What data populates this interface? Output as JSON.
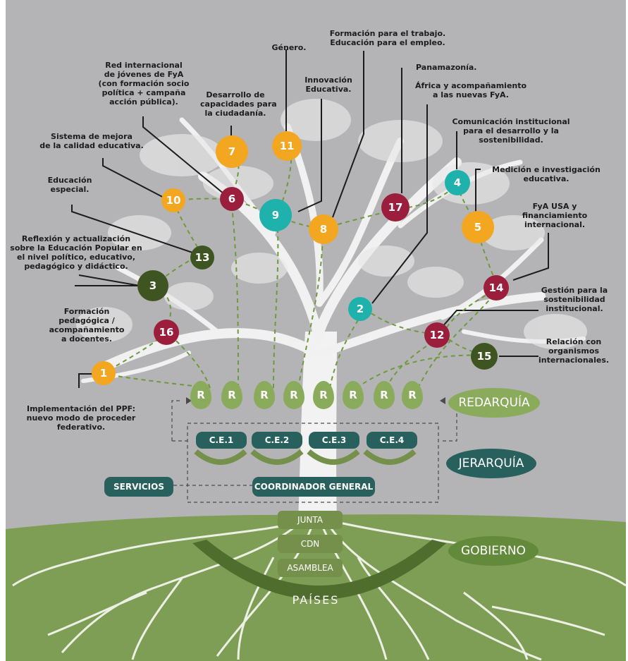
{
  "labels": {
    "l1": "Implementación del PPF:\nnuevo modo de proceder\nfederativo.",
    "l2": "África y acompañamiento\na las nuevas FyA.",
    "l3": "Reflexión y actualización\nsobre la Educación Popular en\nel nivel político, educativo,\npedagógico y didáctico.",
    "l4": "Comunicación institucional\npara el desarrollo y la\nsostenibilidad.",
    "l5": "FyA USA y\nfinanciamiento\ninternacional.",
    "l6": "Red internacional\nde jóvenes de FyA\n(con formación socio\npolítica + campaña\nacción pública).",
    "l7": "Desarrollo de\ncapacidades para\nla ciudadanía.",
    "l8": "Formación para el trabajo.\nEducación para el empleo.",
    "l9": "Innovación\nEducativa.",
    "l10": "Sistema de mejora\nde la calidad educativa.",
    "l11": "Género.",
    "l12": "Gestión para la\nsostenibilidad\ninstitucional.",
    "l13": "Educación\nespecial.",
    "l14": "Medición e investigación\neducativa.",
    "l15": "Relación con\norganismos\ninternacionales.",
    "l16": "Formación\npedagógica /\nacompañamiento\na docentes.",
    "l17": "Panamazonía."
  },
  "nodes": {
    "n1": "1",
    "n2": "2",
    "n3": "3",
    "n4": "4",
    "n5": "5",
    "n6": "6",
    "n7": "7",
    "n8": "8",
    "n9": "9",
    "n10": "10",
    "n11": "11",
    "n12": "12",
    "n13": "13",
    "n14": "14",
    "n15": "15",
    "n16": "16",
    "n17": "17"
  },
  "leaves": [
    "R",
    "R",
    "R",
    "R",
    "R",
    "R",
    "R",
    "R"
  ],
  "structure": {
    "ce": [
      "C.E.1",
      "C.E.2",
      "C.E.3",
      "C.E.4"
    ],
    "servicios": "SERVICIOS",
    "coordinador": "COORDINADOR GENERAL",
    "junta": "JUNTA",
    "cdn": "CDN",
    "asamblea": "ASAMBLEA",
    "paises": "PAÍSES"
  },
  "levels": {
    "redarquia": "REDARQUÍA",
    "jerarquia": "JERARQUÍA",
    "gobierno": "GOBIERNO"
  },
  "colors": {
    "background": "#b4b4b7",
    "ground": "#7f9e55",
    "yellow": "#f3a61f",
    "teal": "#1fb2ad",
    "maroon": "#9b1f3d",
    "dark_green": "#3e5522",
    "leaf_green": "#8aab5b",
    "dark_teal": "#27605c"
  }
}
